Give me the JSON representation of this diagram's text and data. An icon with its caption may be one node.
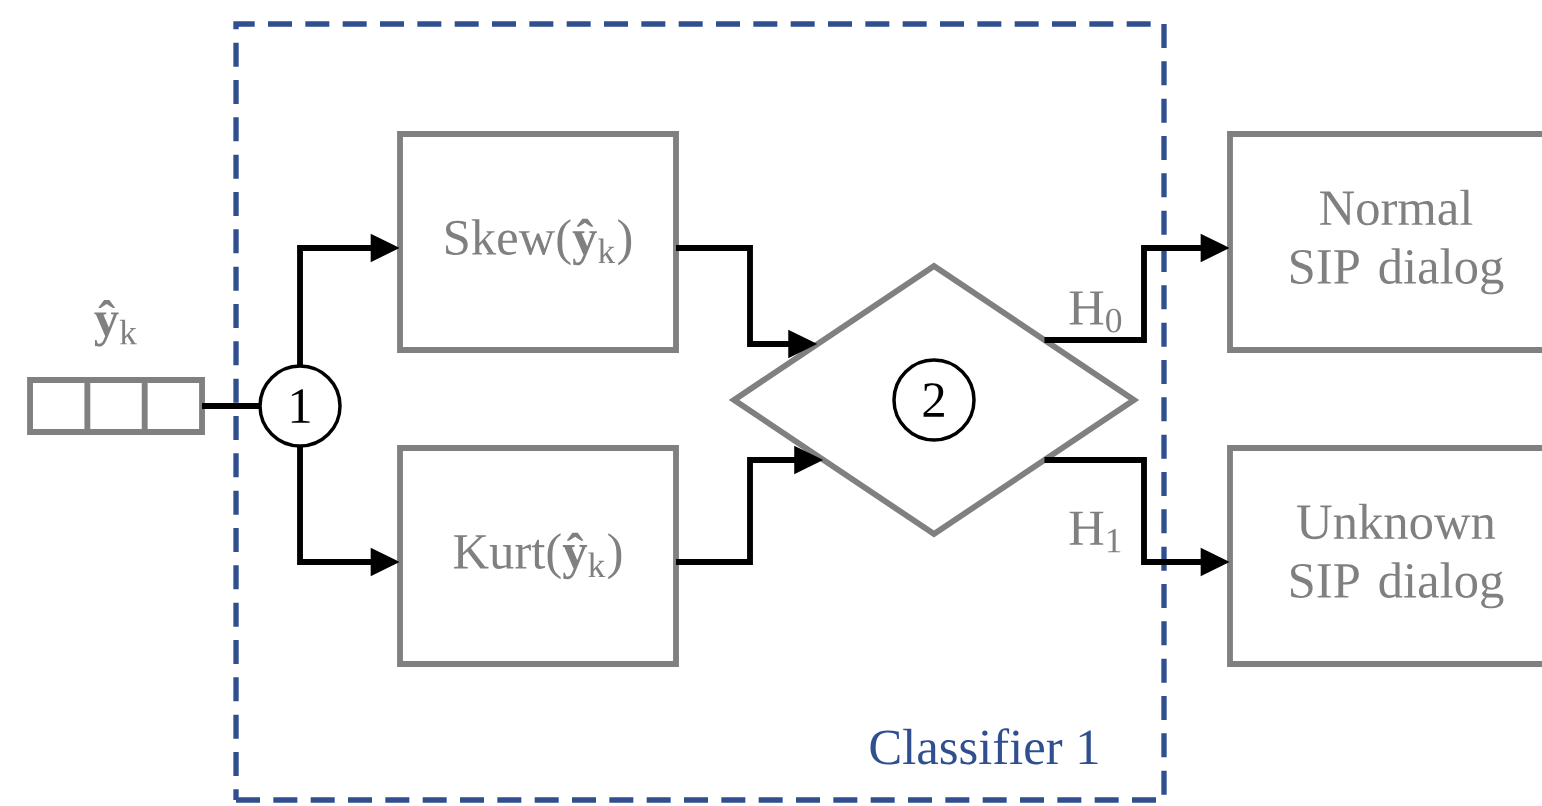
{
  "diagram": {
    "nodes": [
      {
        "text": [
          "Classifier 1"
        ]
      },
      {
        "text": [
          "**ŷ**$_{k}$"
        ]
      },
      {
        "text": [
          "1"
        ],
        "in": 0
      },
      {
        "text": [
          "Skew(**ŷ**$_{k}$)"
        ],
        "in": 0
      },
      {
        "text": [
          "Kurt(**ŷ**$_{k}$)"
        ],
        "in": 0
      },
      {
        "text": [],
        "shape": "diamond",
        "in": 0
      },
      {
        "text": [
          "2"
        ],
        "in": 5
      },
      {
        "text": [
          "Normal SIP dialog"
        ]
      },
      {
        "text": [
          "Unknown SIP dialog"
        ]
      }
    ],
    "edges": [
      {
        "from": 1,
        "to": 2,
        "arrow": "none"
      },
      {
        "from": 2,
        "to": 3,
        "arrow": "to"
      },
      {
        "from": 2,
        "to": 4,
        "arrow": "to"
      },
      {
        "from": 3,
        "to": 5,
        "arrow": "to"
      },
      {
        "from": 4,
        "to": 5,
        "arrow": "to"
      },
      {
        "from": 5,
        "to": 7,
        "arrow": "to",
        "label": "H$_{0}$"
      },
      {
        "from": 5,
        "to": 8,
        "arrow": "to",
        "label": "H$_{1}$"
      }
    ]
  }
}
